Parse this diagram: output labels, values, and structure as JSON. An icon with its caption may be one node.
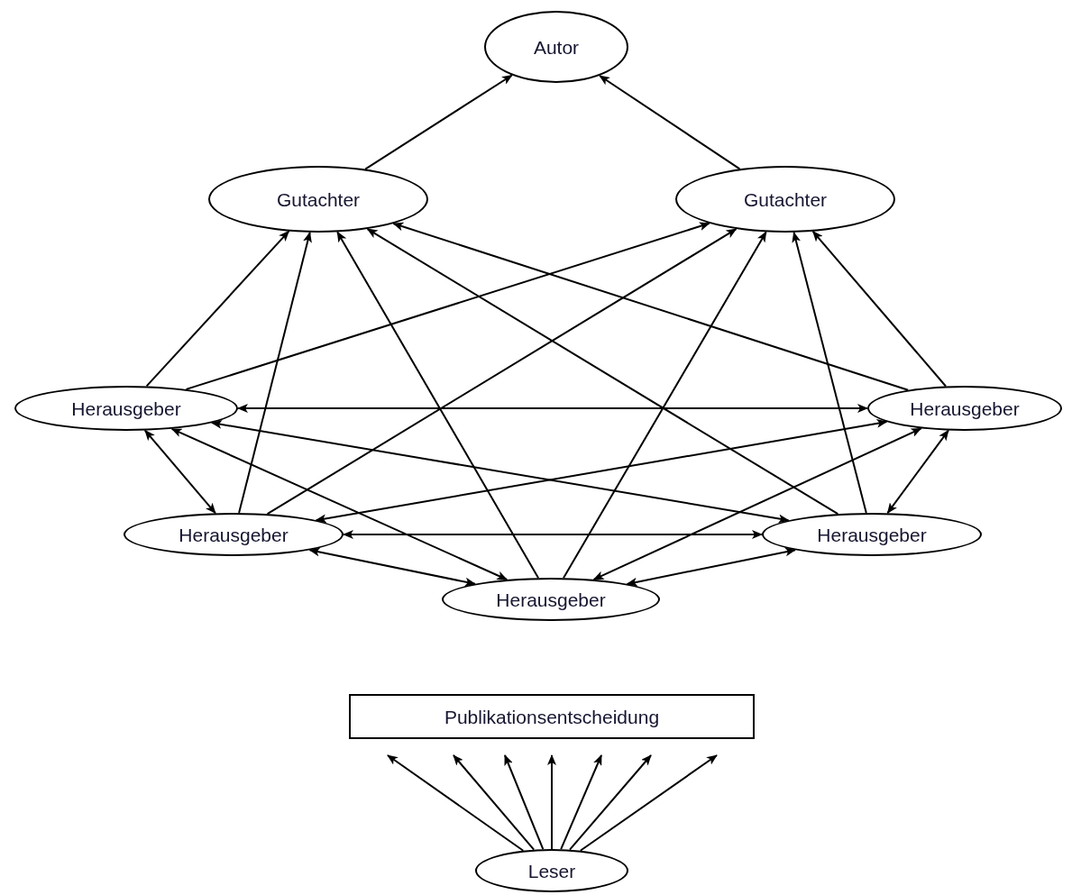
{
  "diagram": {
    "nodes": [
      {
        "text": [
          "Autor"
        ]
      },
      {
        "text": [
          "Gutachter"
        ]
      },
      {
        "text": [
          "Gutachter"
        ]
      },
      {
        "text": [
          "Herausgeber"
        ]
      },
      {
        "text": [
          "Herausgeber"
        ]
      },
      {
        "text": [
          "Herausgeber"
        ]
      },
      {
        "text": [
          "Herausgeber"
        ]
      },
      {
        "text": [
          "Herausgeber"
        ]
      },
      {
        "text": [
          "Publikationsentscheidung"
        ]
      },
      {
        "text": [
          "Leser"
        ]
      }
    ],
    "edges": [
      {
        "from": 1,
        "to": 0,
        "arrow": "to"
      },
      {
        "from": 2,
        "to": 0,
        "arrow": "to"
      },
      {
        "from": 3,
        "to": 1,
        "arrow": "to"
      },
      {
        "from": 3,
        "to": 2,
        "arrow": "to"
      },
      {
        "from": 5,
        "to": 1,
        "arrow": "to"
      },
      {
        "from": 5,
        "to": 2,
        "arrow": "to"
      },
      {
        "from": 7,
        "to": 1,
        "arrow": "to"
      },
      {
        "from": 7,
        "to": 2,
        "arrow": "to"
      },
      {
        "from": 6,
        "to": 1,
        "arrow": "to"
      },
      {
        "from": 6,
        "to": 2,
        "arrow": "to"
      },
      {
        "from": 4,
        "to": 1,
        "arrow": "to"
      },
      {
        "from": 4,
        "to": 2,
        "arrow": "to"
      },
      {
        "from": 3,
        "to": 4,
        "arrow": "both"
      },
      {
        "from": 3,
        "to": 5,
        "arrow": "both"
      },
      {
        "from": 3,
        "to": 6,
        "arrow": "both"
      },
      {
        "from": 3,
        "to": 7,
        "arrow": "both"
      },
      {
        "from": 5,
        "to": 4,
        "arrow": "both"
      },
      {
        "from": 5,
        "to": 6,
        "arrow": "both"
      },
      {
        "from": 5,
        "to": 7,
        "arrow": "both"
      },
      {
        "from": 4,
        "to": 6,
        "arrow": "both"
      },
      {
        "from": 4,
        "to": 7,
        "arrow": "both"
      },
      {
        "from": 6,
        "to": 7,
        "arrow": "both"
      },
      {
        "from": 9,
        "to": 8,
        "arrow": "to"
      },
      {
        "from": 9,
        "to": 8,
        "arrow": "to"
      },
      {
        "from": 9,
        "to": 8,
        "arrow": "to"
      },
      {
        "from": 9,
        "to": 8,
        "arrow": "to"
      },
      {
        "from": 9,
        "to": 8,
        "arrow": "to"
      },
      {
        "from": 9,
        "to": 8,
        "arrow": "to"
      },
      {
        "from": 9,
        "to": 8,
        "arrow": "to"
      }
    ]
  }
}
